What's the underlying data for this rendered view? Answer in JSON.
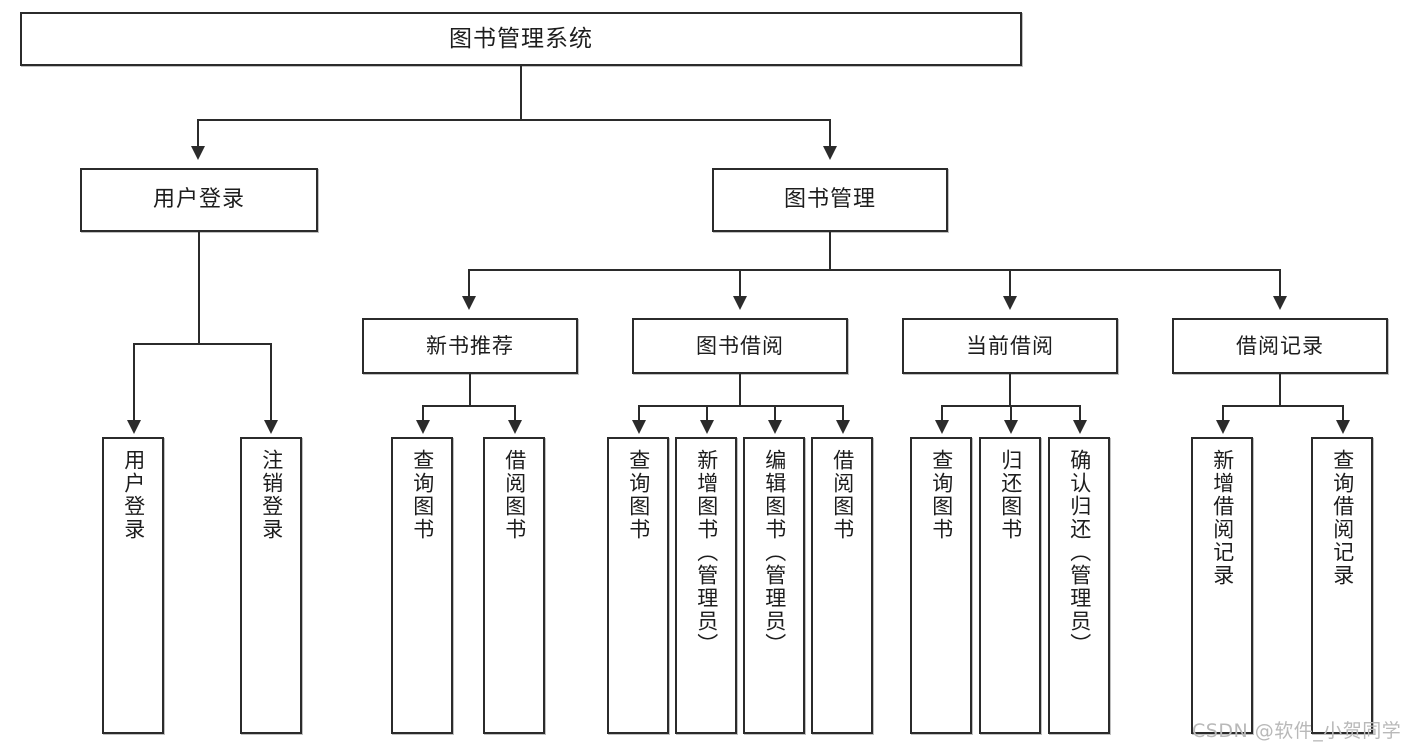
{
  "diagram": {
    "title": "图书管理系统",
    "root": {
      "label": "图书管理系统"
    },
    "level2": [
      {
        "label": "用户登录"
      },
      {
        "label": "图书管理"
      }
    ],
    "level3": [
      {
        "label": "新书推荐"
      },
      {
        "label": "图书借阅"
      },
      {
        "label": "当前借阅"
      },
      {
        "label": "借阅记录"
      }
    ],
    "leaves": [
      {
        "label": "用户登录"
      },
      {
        "label": "注销登录"
      },
      {
        "label": "查询图书"
      },
      {
        "label": "借阅图书"
      },
      {
        "label": "查询图书"
      },
      {
        "label": "新增图书（管理员）"
      },
      {
        "label": "编辑图书（管理员）"
      },
      {
        "label": "借阅图书"
      },
      {
        "label": "查询图书"
      },
      {
        "label": "归还图书"
      },
      {
        "label": "确认归还（管理员）"
      },
      {
        "label": "新增借阅记录"
      },
      {
        "label": "查询借阅记录"
      }
    ],
    "watermark": "CSDN @软件_小贺同学",
    "colors": {
      "stroke": "#2b2b2b",
      "fill": "#ffffff",
      "text": "#1d1d1d",
      "watermark": "#b9b9b9",
      "background": "#ffffff"
    }
  }
}
